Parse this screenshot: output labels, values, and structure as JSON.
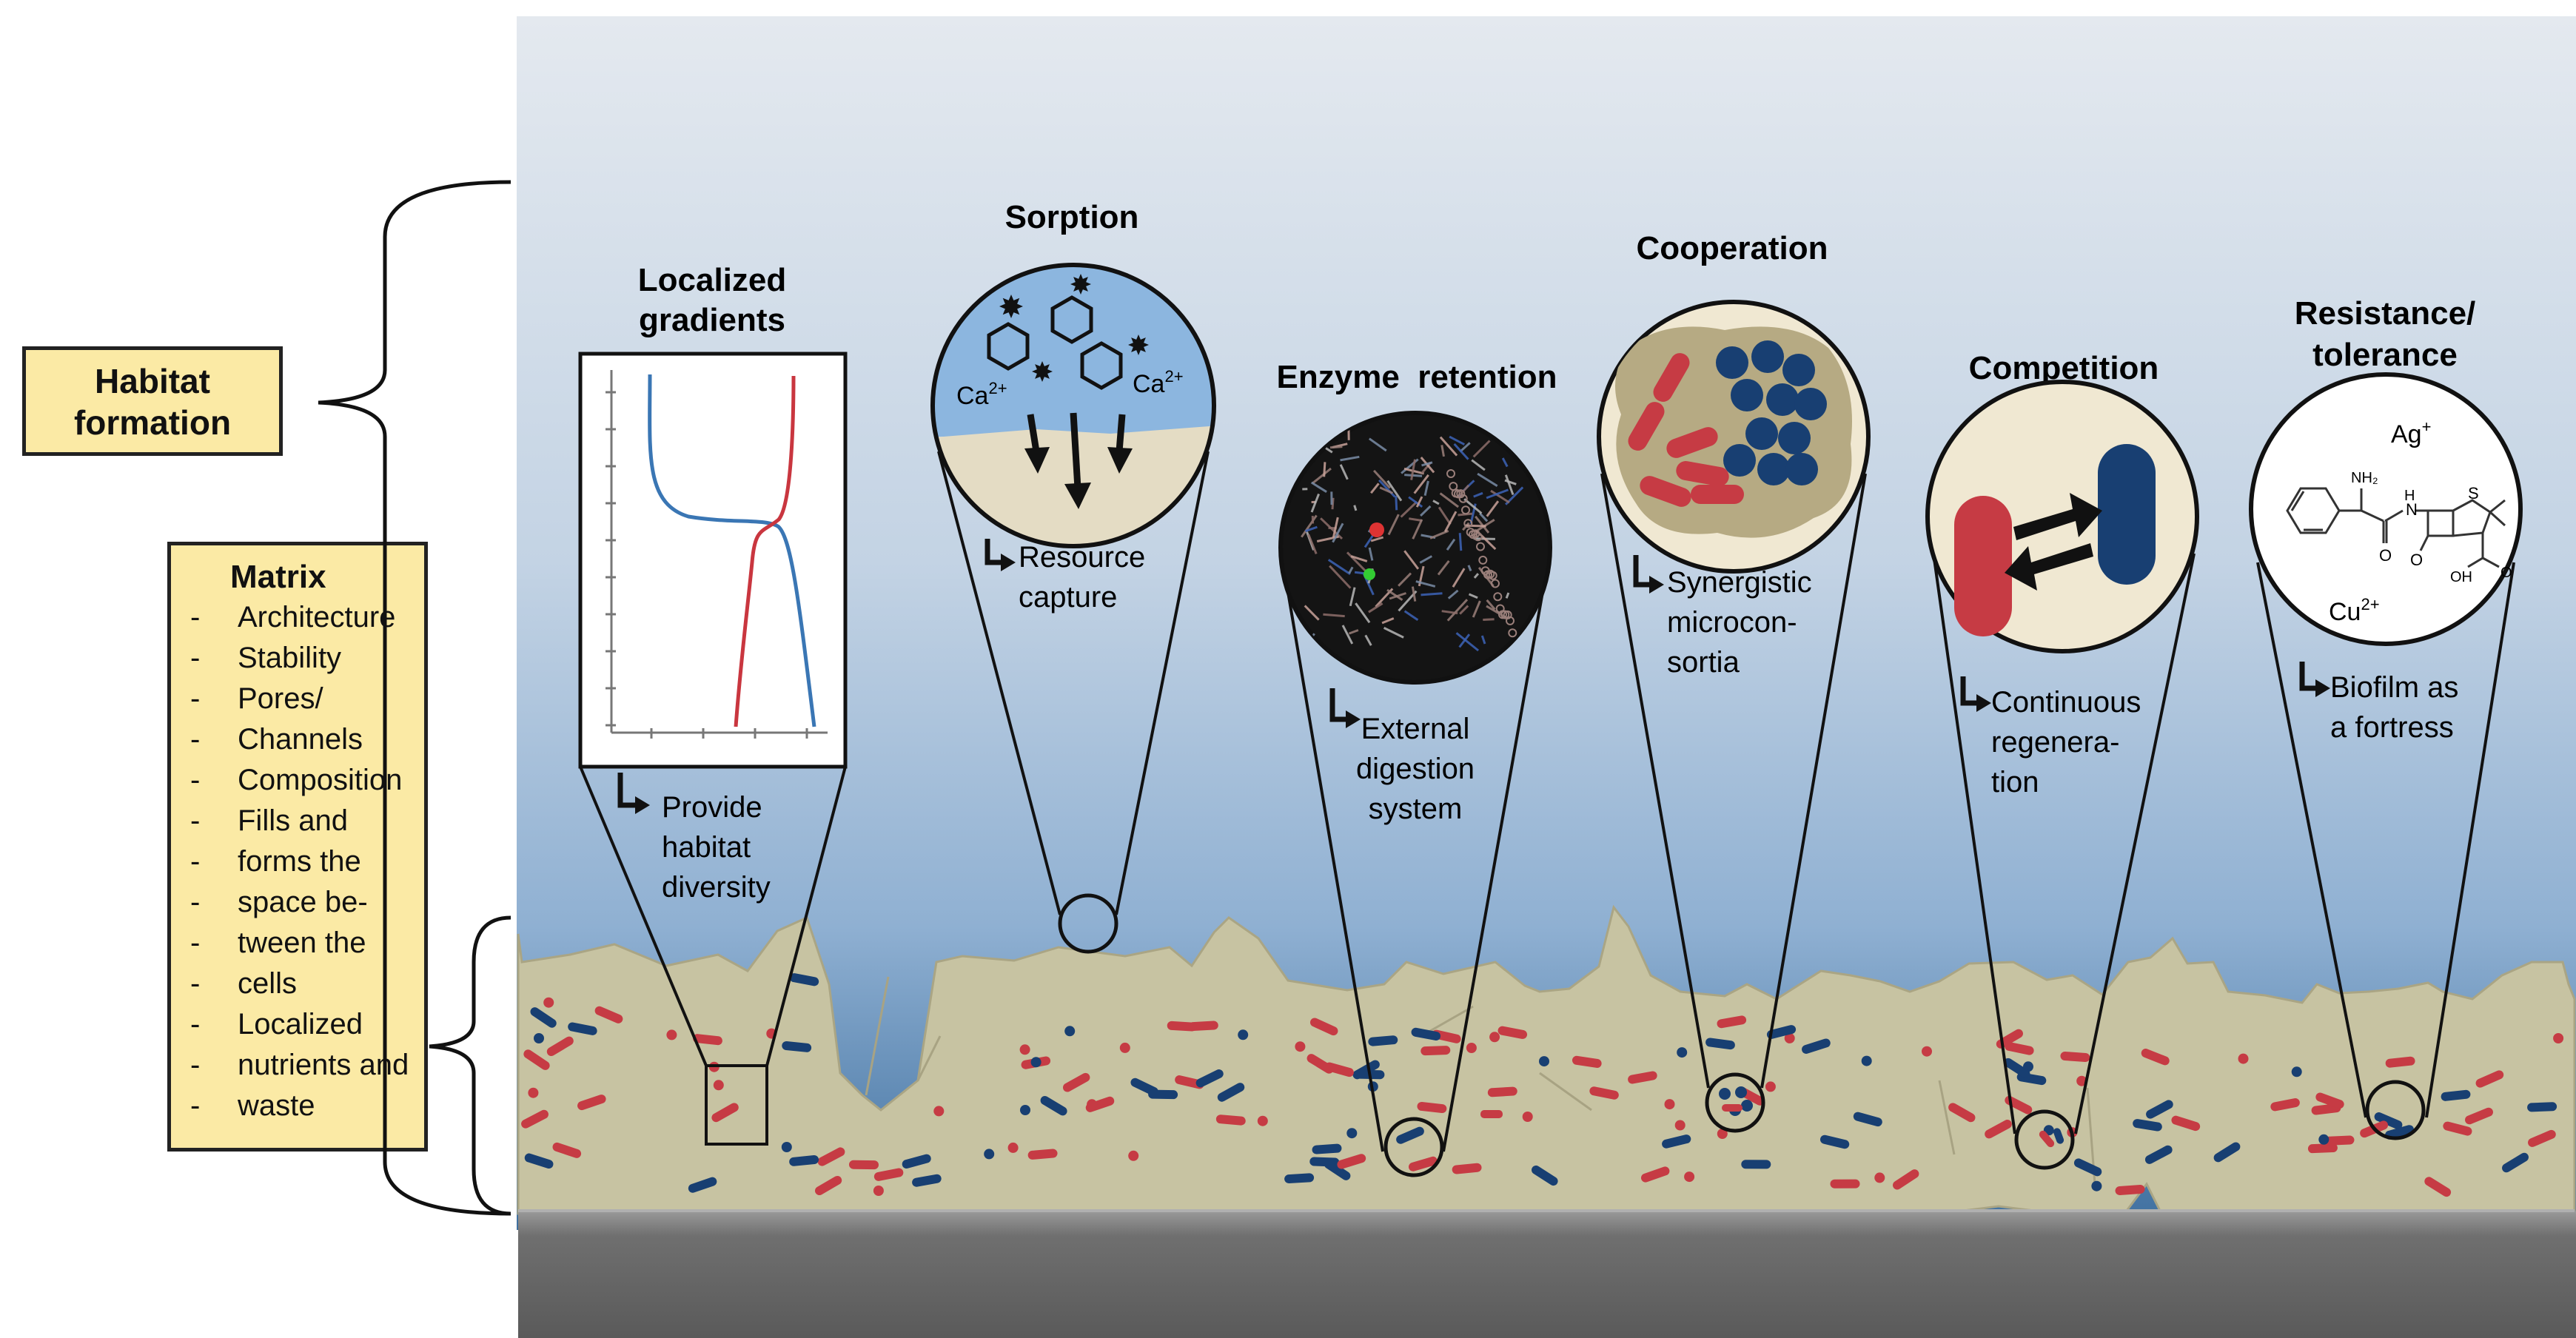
{
  "left_panel": {
    "habitat_label_line1": "Habitat",
    "habitat_label_line2": "formation",
    "matrix_title": "Matrix",
    "matrix_items": [
      "Architecture",
      "Stability",
      "Pores/",
      "Channels",
      "Composition",
      "Fills and",
      "forms the",
      "space be-",
      "tween the",
      "cells",
      "Localized",
      "nutrients and",
      "waste"
    ]
  },
  "panels": {
    "gradients": {
      "title_line1": "Localized",
      "title_line2": "gradients",
      "caption_lines": [
        "Provide",
        "habitat",
        "diversity"
      ]
    },
    "sorption": {
      "title": "Sorption",
      "ion_left": "Ca",
      "ion_right": "Ca",
      "ion_charge": "2+",
      "caption_lines": [
        "Resource",
        "capture"
      ]
    },
    "enzyme": {
      "title": "Enzyme  retention",
      "caption_lines": [
        "External",
        "digestion",
        "system"
      ]
    },
    "cooperation": {
      "title": "Cooperation",
      "caption_lines": [
        "Synergistic",
        "microcon-",
        "sortia"
      ]
    },
    "competition": {
      "title": "Competition",
      "caption_lines": [
        "Continuous",
        "regenera-",
        "tion"
      ]
    },
    "resistance": {
      "title_line1": "Resistance/",
      "title_line2": "tolerance",
      "ion_top": "Ag",
      "ion_top_charge": "+",
      "ion_bottom": "Cu",
      "ion_bottom_charge": "2+",
      "mol_nh2": "NH₂",
      "mol_h": "H",
      "mol_n": "N",
      "mol_s": "S",
      "mol_o": "O",
      "mol_oh": "OH",
      "caption_lines": [
        "Biofilm as",
        "a fortress"
      ]
    }
  },
  "colors": {
    "sky_top": "#dfe6ee",
    "sky_bottom": "#4f7fb4",
    "biofilm": "#c7c3a2",
    "substrate": "#6e6e6e",
    "label_box": "#fbeaa5",
    "cell_red": "#c63b44",
    "cell_blue": "#183f72",
    "gradient_blue_line": "#3a76b4",
    "gradient_red_line": "#c9363f"
  }
}
